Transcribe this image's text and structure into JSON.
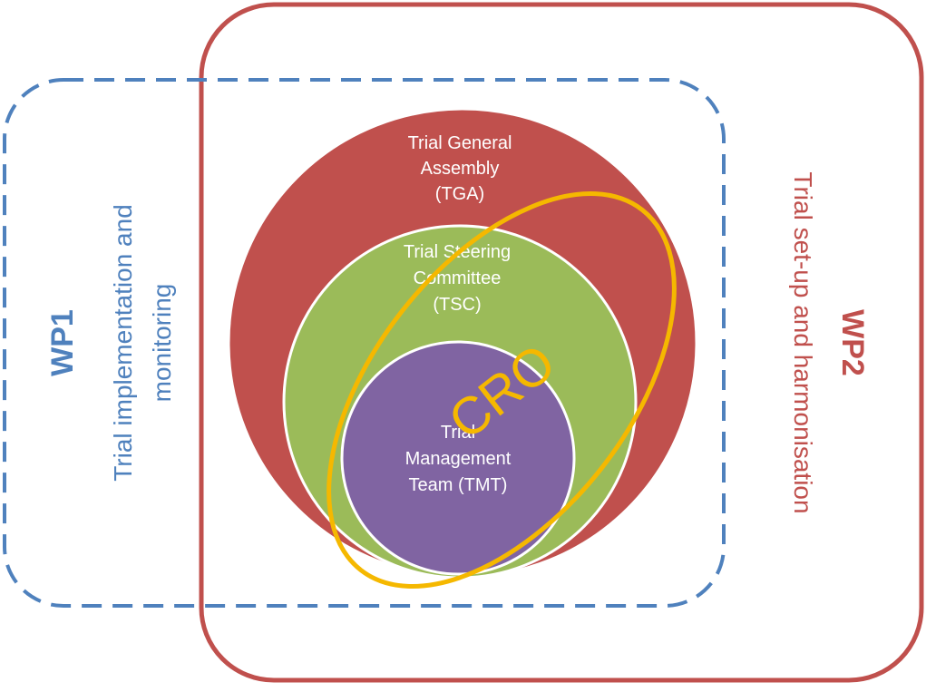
{
  "wp1": {
    "title": "WP1",
    "subtitle_line1": "Trial implementation and",
    "subtitle_line2": "monitoring",
    "color": "#4f81bd"
  },
  "wp2": {
    "title": "WP2",
    "subtitle": "Trial set-up and harmonisation",
    "color": "#c0504d"
  },
  "tga": {
    "line1": "Trial General",
    "line2": "Assembly",
    "line3": "(TGA)",
    "color": "#c0504d"
  },
  "tsc": {
    "line1": "Trial Steering",
    "line2": "Committee",
    "line3": "(TSC)",
    "color": "#9bbb59"
  },
  "tmt": {
    "line1": "Trial",
    "line2": "Management",
    "line3": "Team (TMT)",
    "color": "#8064a2"
  },
  "cro": {
    "label": "CRO",
    "color": "#f5b800"
  }
}
